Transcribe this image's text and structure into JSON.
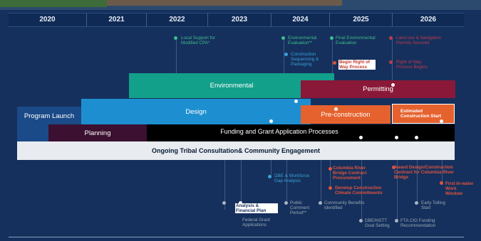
{
  "years": [
    "2020",
    "2021",
    "2022",
    "2023",
    "2024",
    "2025",
    "2026"
  ],
  "bars": {
    "environmental": "Environmental",
    "permitting": "Permitting",
    "program_launch": "Program Launch",
    "design": "Design",
    "preconstruction": "Pre-construction",
    "estimated_construction_start": "Estimated Construction Start",
    "planning": "Planning",
    "funding": "Funding and Grant Application Processes",
    "consultation": "Ongoing Tribal Consultation& Community Engagement"
  },
  "notes_top": {
    "local_support": "Local Support for Modified CPA*",
    "env_evaluation": "Environmental Evaluation**",
    "construction_sequencing": "Construction Sequencing & Packaging",
    "final_env_evaluation": "Final Environmental Evaluation",
    "begin_row": "Begin Right of Way Process",
    "land_use": "Land use & Navigation Permits Secured",
    "right_of_way": "Right of Way Process Begins"
  },
  "notes_bottom": {
    "workforce_gap": "DBE & Workforce Gap Analysis",
    "columbia_contract": "Columbia River Bridge Contract Procurement",
    "award_contract": "Award Design/Construction Contract for Columbia River Bridge",
    "first_inwater": "First In-water Work Window",
    "develop_commitments": "Develop Construction Climate Commitments",
    "federal_grant": "Federal Grant Applications",
    "analysis_financial": "Analysis & Financial Plan",
    "public_comment": "Public Comment Period**",
    "community_benefits": "Community Benefits Identified",
    "dbe_nstt": "DBE/NSTT Goal Setting",
    "ftac_funding": "FTA CIG Funding Recommendation",
    "early_tolling": "Early Tolling Start"
  },
  "colors": {
    "background": "#15305c",
    "environmental": "#12a08a",
    "permitting": "#8a1838",
    "design": "#1d8fd0",
    "preconstruction": "#e5622e",
    "planning": "#3b1030",
    "funding": "#000000",
    "consultation": "#e8ecf0"
  }
}
